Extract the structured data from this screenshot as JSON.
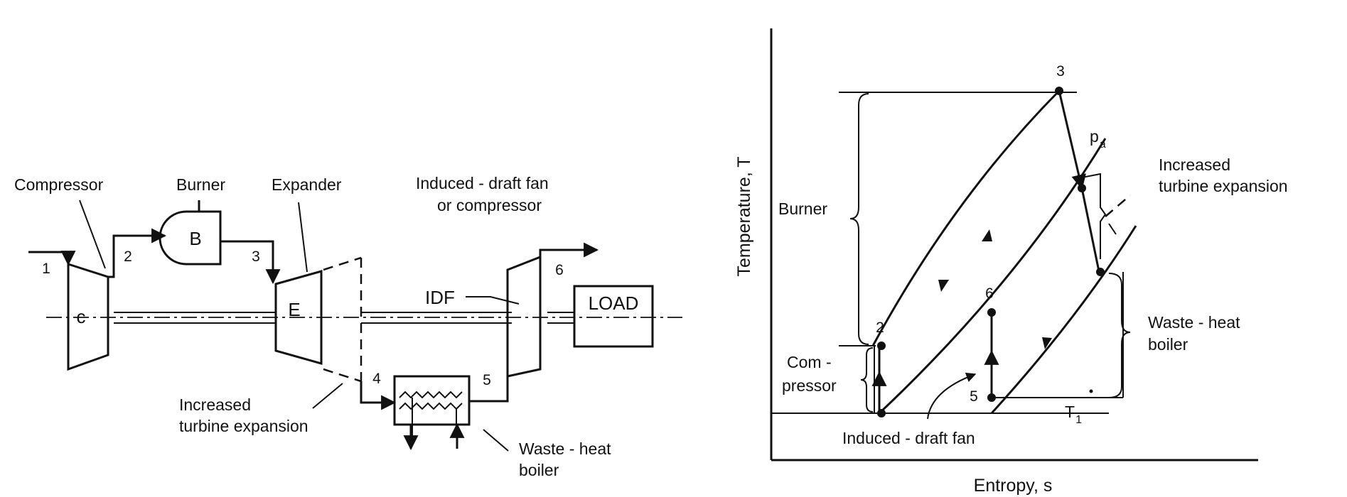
{
  "schematic": {
    "labels": {
      "compressor": "Compressor",
      "burner": "Burner",
      "expander": "Expander",
      "idf_title_line1": "Induced - draft fan",
      "idf_title_line2": "or compressor",
      "idf": "IDF",
      "increased_line1": "Increased",
      "increased_line2": "turbine expansion",
      "waste_line1": "Waste - heat",
      "waste_line2": "boiler"
    },
    "components": {
      "compressor": "c",
      "burner": "B",
      "expander": "E",
      "load": "LOAD"
    },
    "states": {
      "s1": "1",
      "s2": "2",
      "s3": "3",
      "s4": "4",
      "s5": "5",
      "s6": "6"
    }
  },
  "ts_diagram": {
    "axes": {
      "xlabel": "Entropy, s",
      "ylabel": "Temperature, T"
    },
    "labels": {
      "burner": "Burner",
      "com_line1": "Com -",
      "com_line2": "pressor",
      "pa_main": "p",
      "pa_sub": "a",
      "inc_line1": "Increased",
      "inc_line2": "turbine expansion",
      "waste_line1": "Waste - heat",
      "waste_line2": "boiler",
      "idf": "Induced - draft fan",
      "t1_main": "T",
      "t1_sub": "1"
    },
    "states": {
      "s2": "2",
      "s3": "3",
      "s5": "5",
      "s6": "6"
    }
  }
}
